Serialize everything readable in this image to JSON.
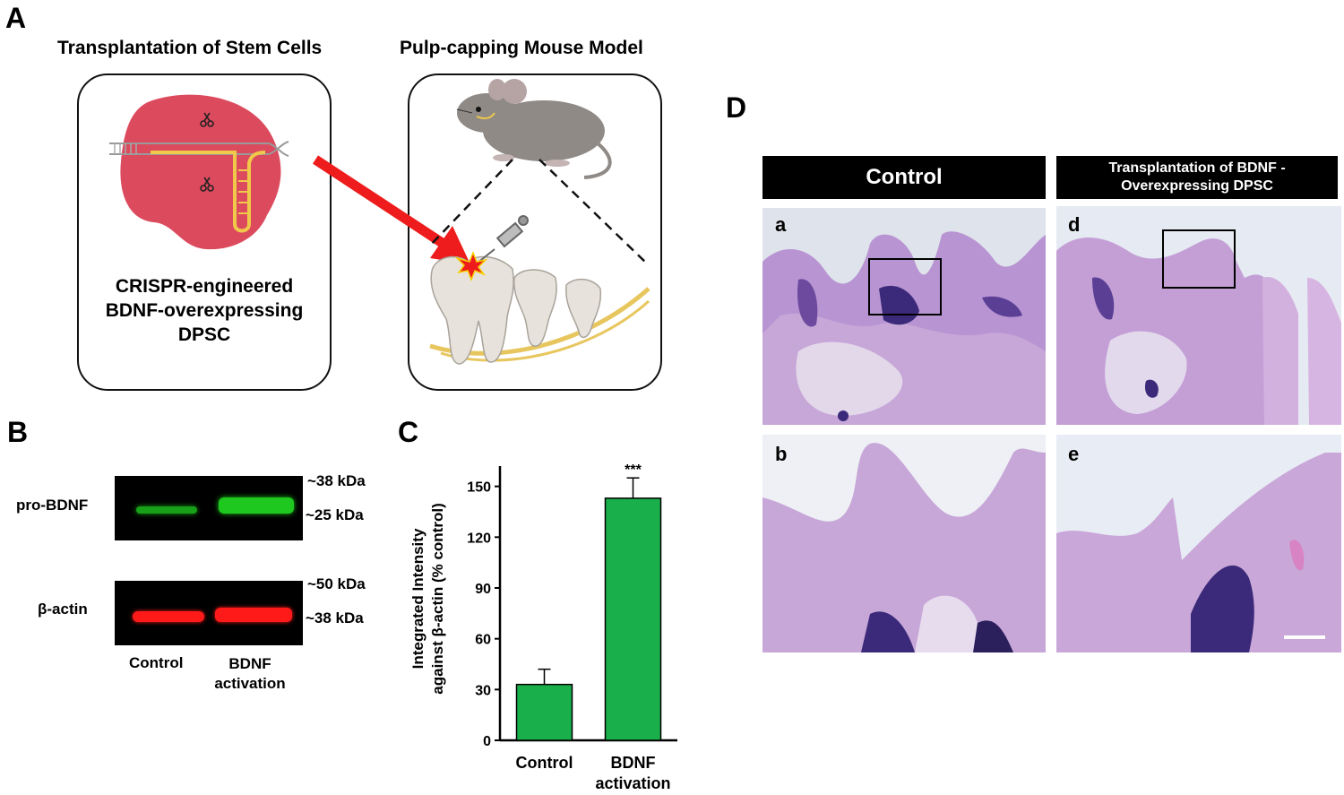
{
  "panels": {
    "a": "A",
    "b": "B",
    "c": "C",
    "d": "D"
  },
  "panel_a": {
    "left_title": "Transplantation of Stem Cells",
    "right_title": "Pulp-capping Mouse Model",
    "cell_label_lines": [
      "CRISPR-engineered",
      "BDNF-overexpressing",
      "DPSC"
    ],
    "colors": {
      "cell": "#dc4a5e",
      "arrow": "#ee1c1c",
      "mouse": "#8f8a85",
      "tooth": "#e7e3dc",
      "jaw": "#e8c65e"
    }
  },
  "panel_b": {
    "row1_label": "pro-BDNF",
    "row2_label": "β-actin",
    "row1_markers": [
      "~38 kDa",
      "~25 kDa"
    ],
    "row2_markers": [
      "~50 kDa",
      "~38 kDa"
    ],
    "lane1": "Control",
    "lane2_lines": [
      "BDNF",
      "activation"
    ],
    "colors": {
      "green_band": "#1ec81e",
      "red_band": "#ff1a1a"
    }
  },
  "chart_data": {
    "type": "bar",
    "categories": [
      "Control",
      "BDNF activation"
    ],
    "category_label_lines": [
      [
        "Control"
      ],
      [
        "BDNF",
        "activation"
      ]
    ],
    "values": [
      33,
      143
    ],
    "errors": [
      9,
      12
    ],
    "ylabel_lines": [
      "Integrated Intensity",
      "against β-actin (% control)"
    ],
    "yticks": [
      0,
      30,
      60,
      90,
      120,
      150
    ],
    "ylim": [
      0,
      162
    ],
    "annotation": "***",
    "annotation_category": "BDNF activation",
    "bar_color": "#19b04b",
    "grid": false
  },
  "panel_d": {
    "col1_header": "Control",
    "col2_header_lines": [
      "Transplantation of BDNF -",
      "Overexpressing DPSC"
    ],
    "sub_a": "a",
    "sub_b": "b",
    "sub_d": "d",
    "sub_e": "e",
    "colors": {
      "stain_light": "#c7a6d8",
      "stain_mid": "#a682c8",
      "stain_dark": "#3b2a7a",
      "background": "#e9edf3"
    }
  }
}
